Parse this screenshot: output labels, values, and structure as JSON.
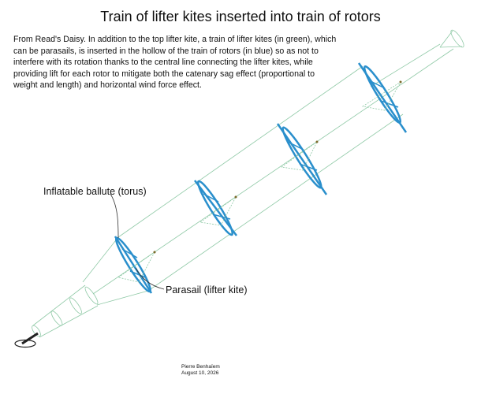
{
  "title": "Train of lifter kites inserted into train of rotors",
  "description": "From Read's Daisy.  In addition to the top lifter kite, a train of lifter kites (in green), which can be parasails, is inserted in the hollow of the train of rotors (in blue) so as not to interfere with its rotation thanks to the central line connecting the lifter kites, while providing lift for each rotor to mitigate both the catenary sag effect (proportional to weight and length) and horizontal wind force effect.",
  "labels": {
    "ballute": "Inflatable ballute (torus)",
    "parasail": "Parasail (lifter kite)"
  },
  "author": {
    "name": "Pierre Benhaïem",
    "date": "August 10, 2026"
  },
  "colors": {
    "rotor": "#2a8fcc",
    "lifter_line": "#8fc9a6",
    "dark": "#333333",
    "text": "#111111"
  },
  "rotor_count": 4
}
